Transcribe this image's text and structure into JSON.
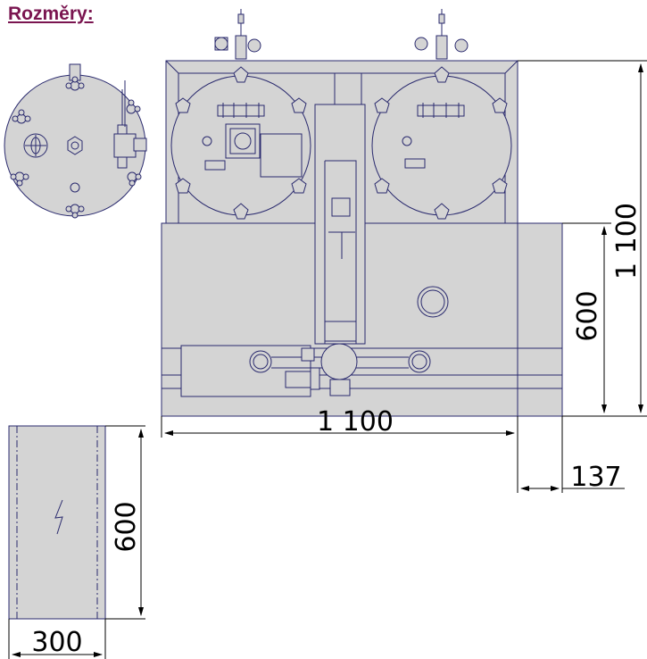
{
  "heading": "Rozměry:",
  "dimensions": {
    "main_width": "1 100",
    "main_height": "1 100",
    "lower_section_height": "600",
    "side_offset": "137",
    "cabinet_height": "600",
    "cabinet_width": "300"
  },
  "colors": {
    "heading": "#7a1550",
    "drawing_line": "#2a2a6e",
    "fill": "#d4d4d4",
    "dimension_line": "#000000"
  },
  "icons": {
    "cabinet_symbol": "lightning-bolt-icon"
  }
}
